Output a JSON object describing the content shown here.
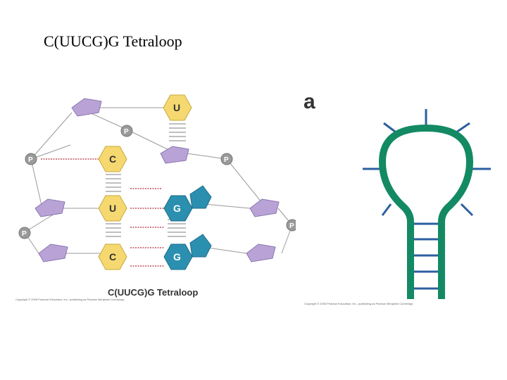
{
  "slide": {
    "title": "C(UUCG)G Tetraloop"
  },
  "left_figure": {
    "caption": "C(UUCG)G Tetraloop",
    "phosphate_label": "P",
    "bases": {
      "u_top": "U",
      "c_mid": "C",
      "u_mid": "U",
      "c_bot": "C",
      "g_mid": "G",
      "g_bot": "G"
    },
    "credit": "Copyright © 2005 Pearson Education, Inc., publishing as Pearson Benjamin Cummings"
  },
  "right_figure": {
    "panel_letter": "a",
    "credit": "Copyright © 2005 Pearson Education, Inc., publishing as Pearson Benjamin Cummings"
  },
  "colors": {
    "sugar": "#b9a3d6",
    "pyrimidine": "#f6d870",
    "purine": "#2b8fb0",
    "phosphate": "#9a9a9a",
    "stem": "#138a63",
    "bonds": "#2c5fa0"
  }
}
